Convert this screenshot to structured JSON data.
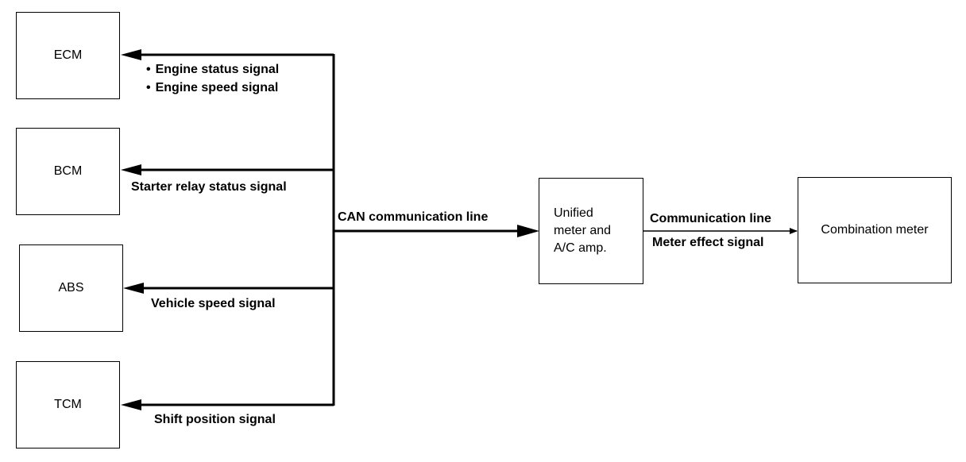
{
  "modules": {
    "ecm": "ECM",
    "bcm": "BCM",
    "abs": "ABS",
    "tcm": "TCM",
    "unified": [
      "Unified",
      "meter and",
      "A/C amp."
    ],
    "combination": "Combination meter"
  },
  "signals": {
    "ecm": [
      "Engine status signal",
      "Engine speed signal"
    ],
    "bcm": "Starter relay status signal",
    "abs": "Vehicle speed signal",
    "tcm": "Shift position signal"
  },
  "lines": {
    "can": "CAN communication line",
    "communication": "Communication line",
    "meter_effect": "Meter effect signal"
  },
  "colors": {
    "line": "#000000",
    "background": "#ffffff"
  }
}
